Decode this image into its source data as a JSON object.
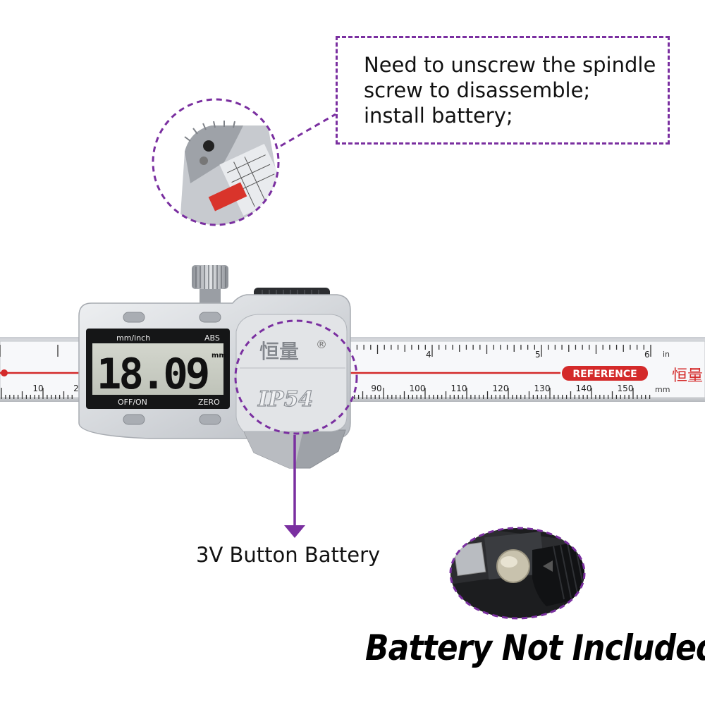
{
  "callout": {
    "lines": [
      "Need to unscrew the spindle",
      "screw to disassemble;",
      "install battery;"
    ]
  },
  "caliper": {
    "display": {
      "unit_toggle": "mm/inch",
      "mode": "ABS",
      "reading": "18.09",
      "reading_unit": "mm",
      "power_button": "OFF/ON",
      "zero_button": "ZERO"
    },
    "brand": "恒量",
    "registered_mark": "®",
    "rating": "IP54",
    "scale": {
      "inch_ticks": [
        "4",
        "5",
        "6"
      ],
      "inch_unit": "in",
      "mm_ticks": [
        "10",
        "2",
        "90",
        "100",
        "110",
        "120",
        "130",
        "140",
        "150"
      ],
      "mm_unit": "mm",
      "reference_label": "REFERENCE",
      "brand_on_scale": "恒量"
    }
  },
  "battery_label": "3V Button Battery",
  "notice": "Battery Not Included",
  "colors": {
    "accent_purple": "#7a2fa0",
    "reference_red": "#d42a2a",
    "lcd_bg": "#c9cdc3",
    "body_silver": "#d7dade"
  }
}
